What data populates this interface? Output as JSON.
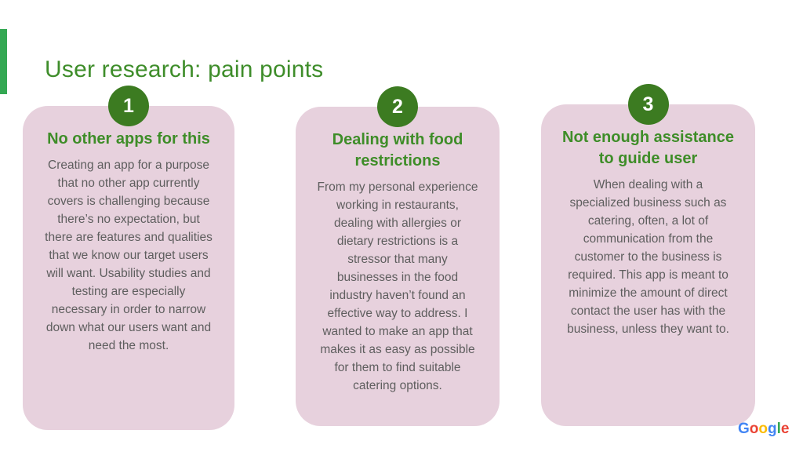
{
  "slide": {
    "title": "User research: pain points",
    "colors": {
      "accent_bar_green": "#34A853",
      "title_green": "#3E8D2A",
      "heading_green": "#3E8D28",
      "circle_green": "#3C7B21",
      "card_pink": "#E7D1DD",
      "body_gray": "#5E5E5E"
    },
    "cards": [
      {
        "number": "1",
        "heading": "No other apps for this",
        "body": "Creating an app for a purpose that no other app currently covers is challenging because there’s no expectation, but there are features and qualities that we know our target users will want. Usability studies and testing are especially necessary in order to narrow down what our users want and need the most."
      },
      {
        "number": "2",
        "heading": "Dealing with food restrictions",
        "body": "From my personal experience working in restaurants, dealing with allergies or dietary restrictions is a stressor that many businesses in the food industry haven’t found an effective way to address. I wanted to make an app that makes it as easy as possible for them to find suitable catering options."
      },
      {
        "number": "3",
        "heading": "Not enough assistance to guide user",
        "body": "When dealing with a specialized business such as catering, often, a lot of communication from the customer to the business is required. This app is meant to minimize the amount of direct contact the user has with the business, unless they want to."
      }
    ],
    "logo": {
      "letters": [
        {
          "ch": "G",
          "color": "#4285F4"
        },
        {
          "ch": "o",
          "color": "#EA4335"
        },
        {
          "ch": "o",
          "color": "#FBBC05"
        },
        {
          "ch": "g",
          "color": "#4285F4"
        },
        {
          "ch": "l",
          "color": "#34A853"
        },
        {
          "ch": "e",
          "color": "#EA4335"
        }
      ]
    }
  }
}
